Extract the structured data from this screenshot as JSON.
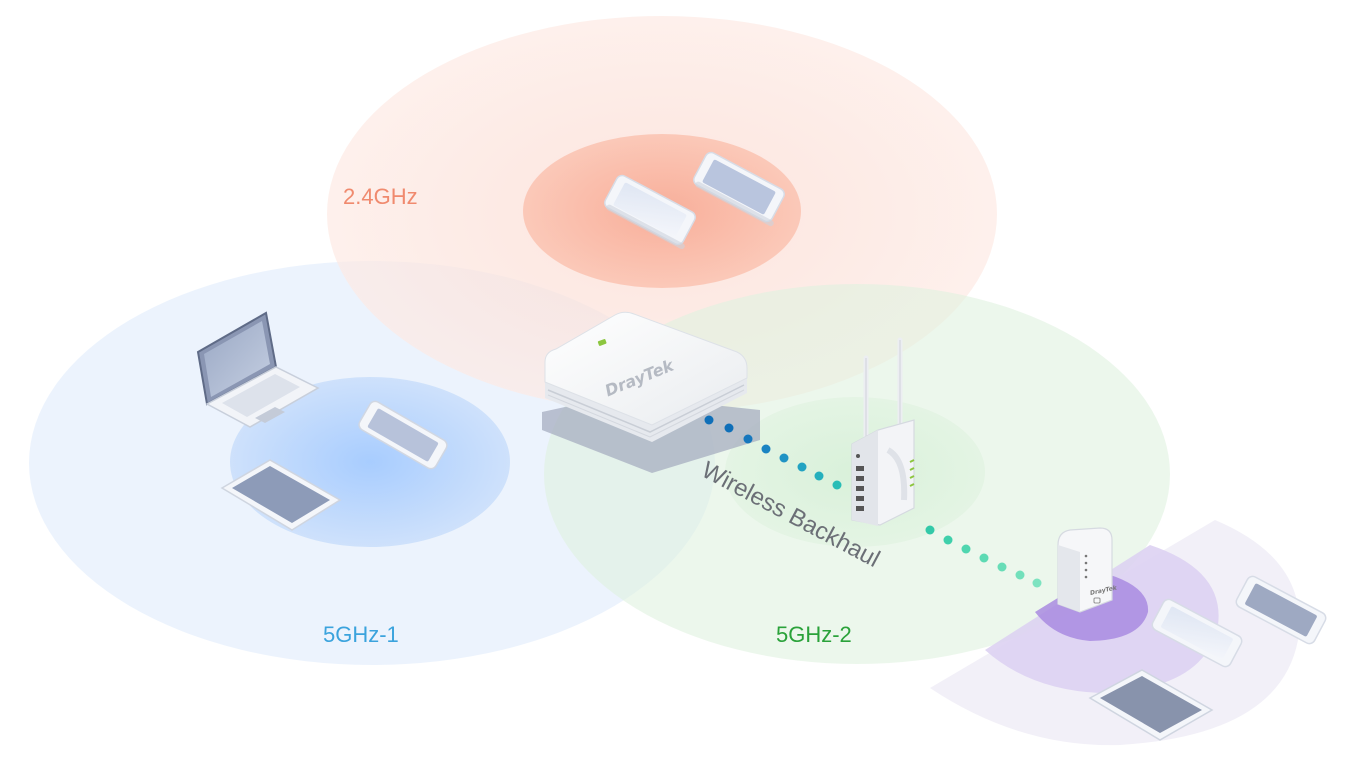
{
  "labels": {
    "band_24": "2.4GHz",
    "band_5_1": "5GHz-1",
    "band_5_2": "5GHz-2",
    "backhaul": "Wireless Backhaul"
  },
  "devices": {
    "router_brand": "DrayTek",
    "extender_brand": "DrayTek"
  },
  "colors": {
    "band_24": "#f08a6e",
    "band_5_1": "#3ba3dd",
    "band_5_2": "#2aa23a",
    "backhaul_start": "#0f6fb8",
    "backhaul_end": "#7de3c0",
    "extender_zone": "#a98be0"
  },
  "icons": [
    "router-icon",
    "access-point-icon",
    "range-extender-icon",
    "laptop-icon",
    "tablet-icon",
    "phone-icon"
  ]
}
